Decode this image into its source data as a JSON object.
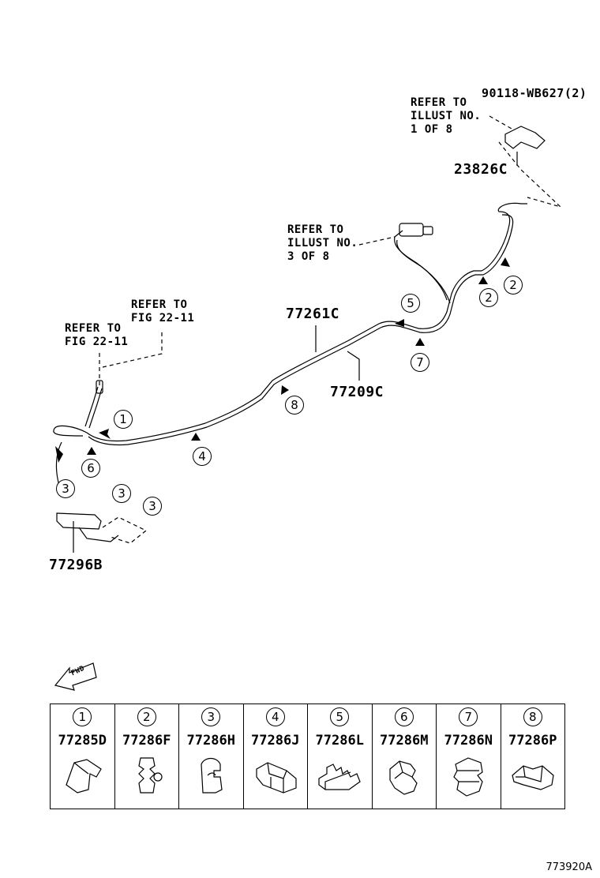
{
  "labels": {
    "bolt": "90118-WB627(2)",
    "bracket": "23826C",
    "tube1": "77261C",
    "tube2": "77209C",
    "clamp": "77296B"
  },
  "refs": {
    "illust1": [
      "REFER TO",
      "ILLUST NO.",
      "1 OF 8"
    ],
    "illust3": [
      "REFER TO",
      "ILLUST NO.",
      "3 OF 8"
    ],
    "fig_upper": [
      "REFER TO",
      "FIG 22-11"
    ],
    "fig_lower": [
      "REFER TO",
      "FIG 22-11"
    ]
  },
  "callouts": [
    "1",
    "2",
    "2",
    "3",
    "3",
    "3",
    "4",
    "5",
    "6",
    "7",
    "8"
  ],
  "fwd_label": "FWD",
  "parts_table": [
    {
      "num": "1",
      "part": "77285D"
    },
    {
      "num": "2",
      "part": "77286F"
    },
    {
      "num": "3",
      "part": "77286H"
    },
    {
      "num": "4",
      "part": "77286J"
    },
    {
      "num": "5",
      "part": "77286L"
    },
    {
      "num": "6",
      "part": "77286M"
    },
    {
      "num": "7",
      "part": "77286N"
    },
    {
      "num": "8",
      "part": "77286P"
    }
  ],
  "figure_id": "773920A"
}
